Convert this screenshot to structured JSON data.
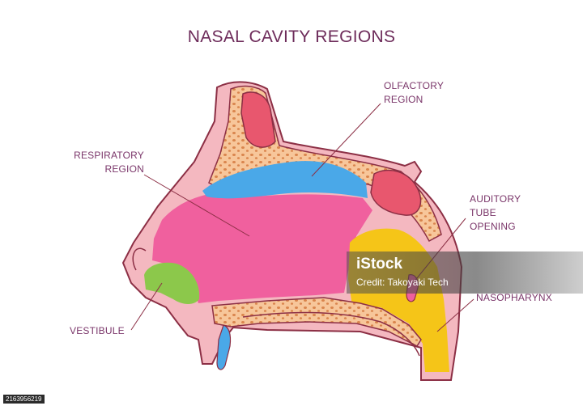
{
  "title": "NASAL CAVITY REGIONS",
  "labels": {
    "olfactory": [
      "OLFACTORY",
      "REGION"
    ],
    "respiratory": [
      "RESPIRATORY",
      "REGION"
    ],
    "auditory": [
      "AUDITORY",
      "TUBE",
      "OPENING"
    ],
    "nasopharynx": "NASOPHARYNX",
    "vestibule": "VESTIBULE"
  },
  "watermark": {
    "brand": "iStock",
    "credit": "Credit: Takoyaki Tech"
  },
  "stock_id": "2163956219",
  "colors": {
    "skin": "#f4b8c0",
    "outline": "#8c2f45",
    "bone": "#f7c69a",
    "bone_dots": "#d9844c",
    "sinus": "#e8576e",
    "olfactory": "#4aa8e8",
    "respiratory": "#f0609e",
    "vestibule": "#8cc84b",
    "nasopharynx": "#f5c518",
    "text": "#7a3569"
  }
}
